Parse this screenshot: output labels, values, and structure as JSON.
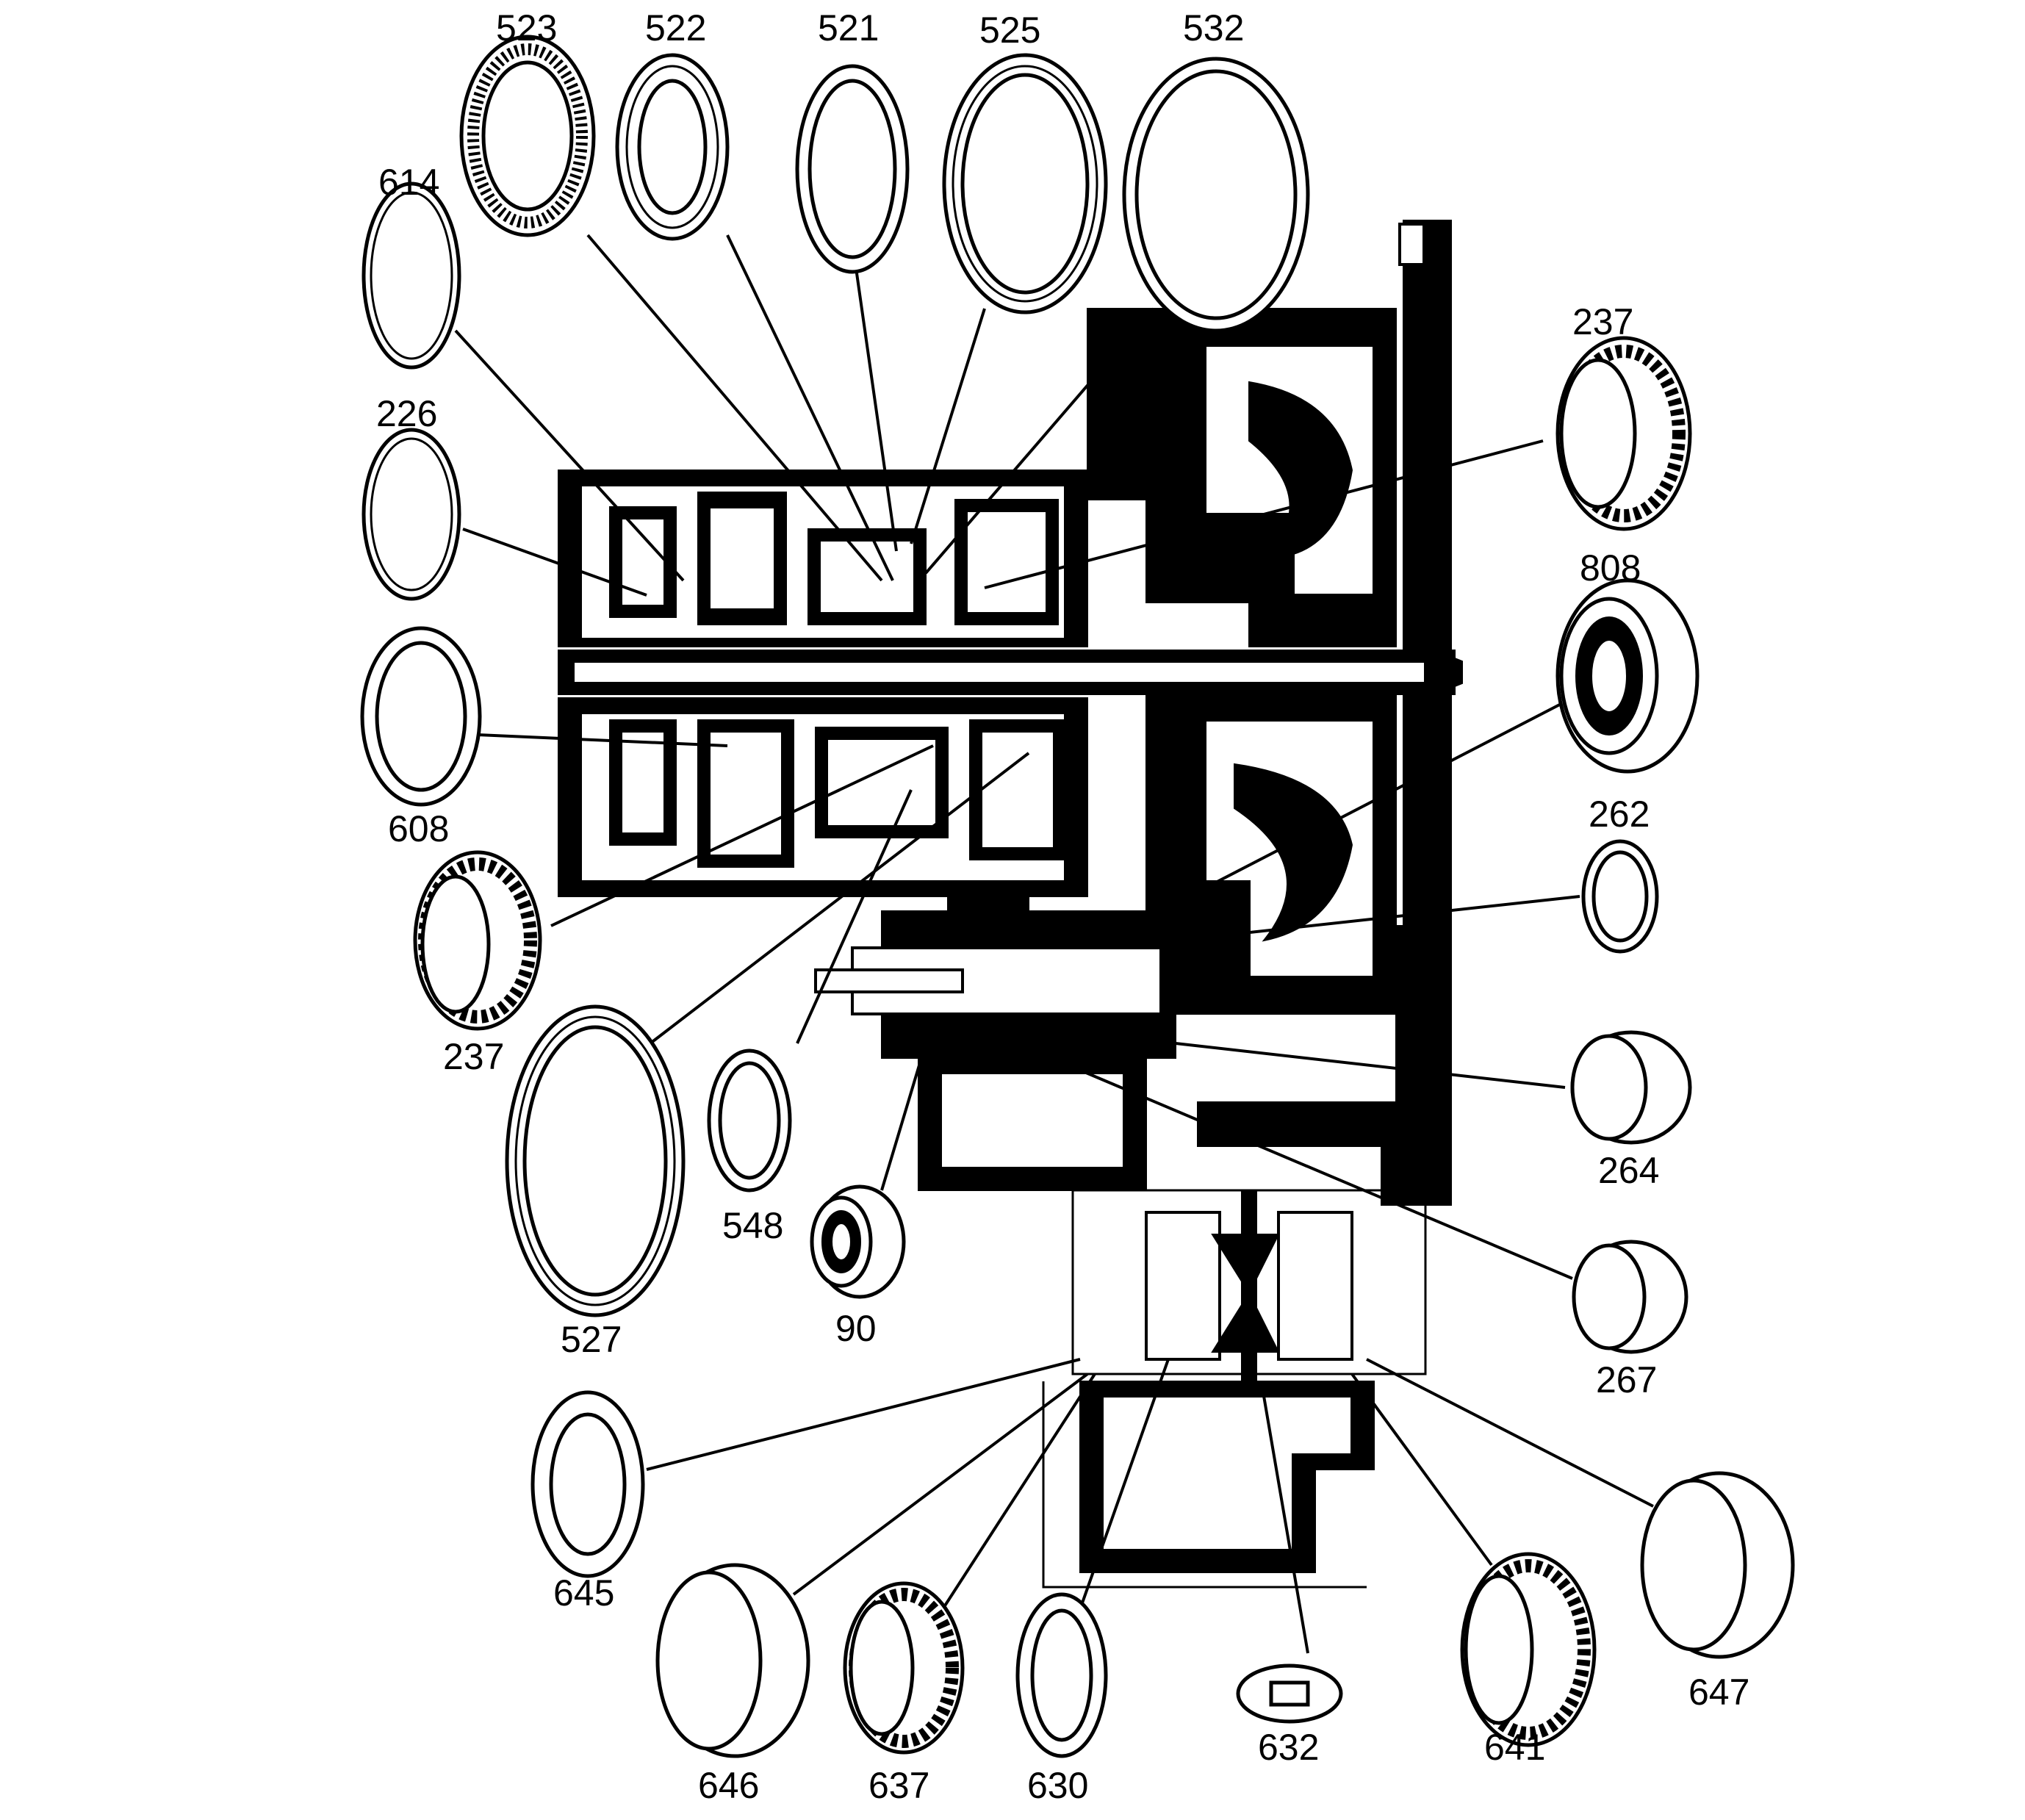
{
  "diagram": {
    "callouts": {
      "c523": "523",
      "c522": "522",
      "c521": "521",
      "c525": "525",
      "c532": "532",
      "c614": "614",
      "c226": "226",
      "c237a": "237",
      "c808": "808",
      "c608": "608",
      "c262": "262",
      "c237b": "237",
      "c264": "264",
      "c527": "527",
      "c548": "548",
      "c90": "90",
      "c267": "267",
      "c645": "645",
      "c646": "646",
      "c637": "637",
      "c630": "630",
      "c632": "632",
      "c641": "641",
      "c647": "647"
    }
  }
}
